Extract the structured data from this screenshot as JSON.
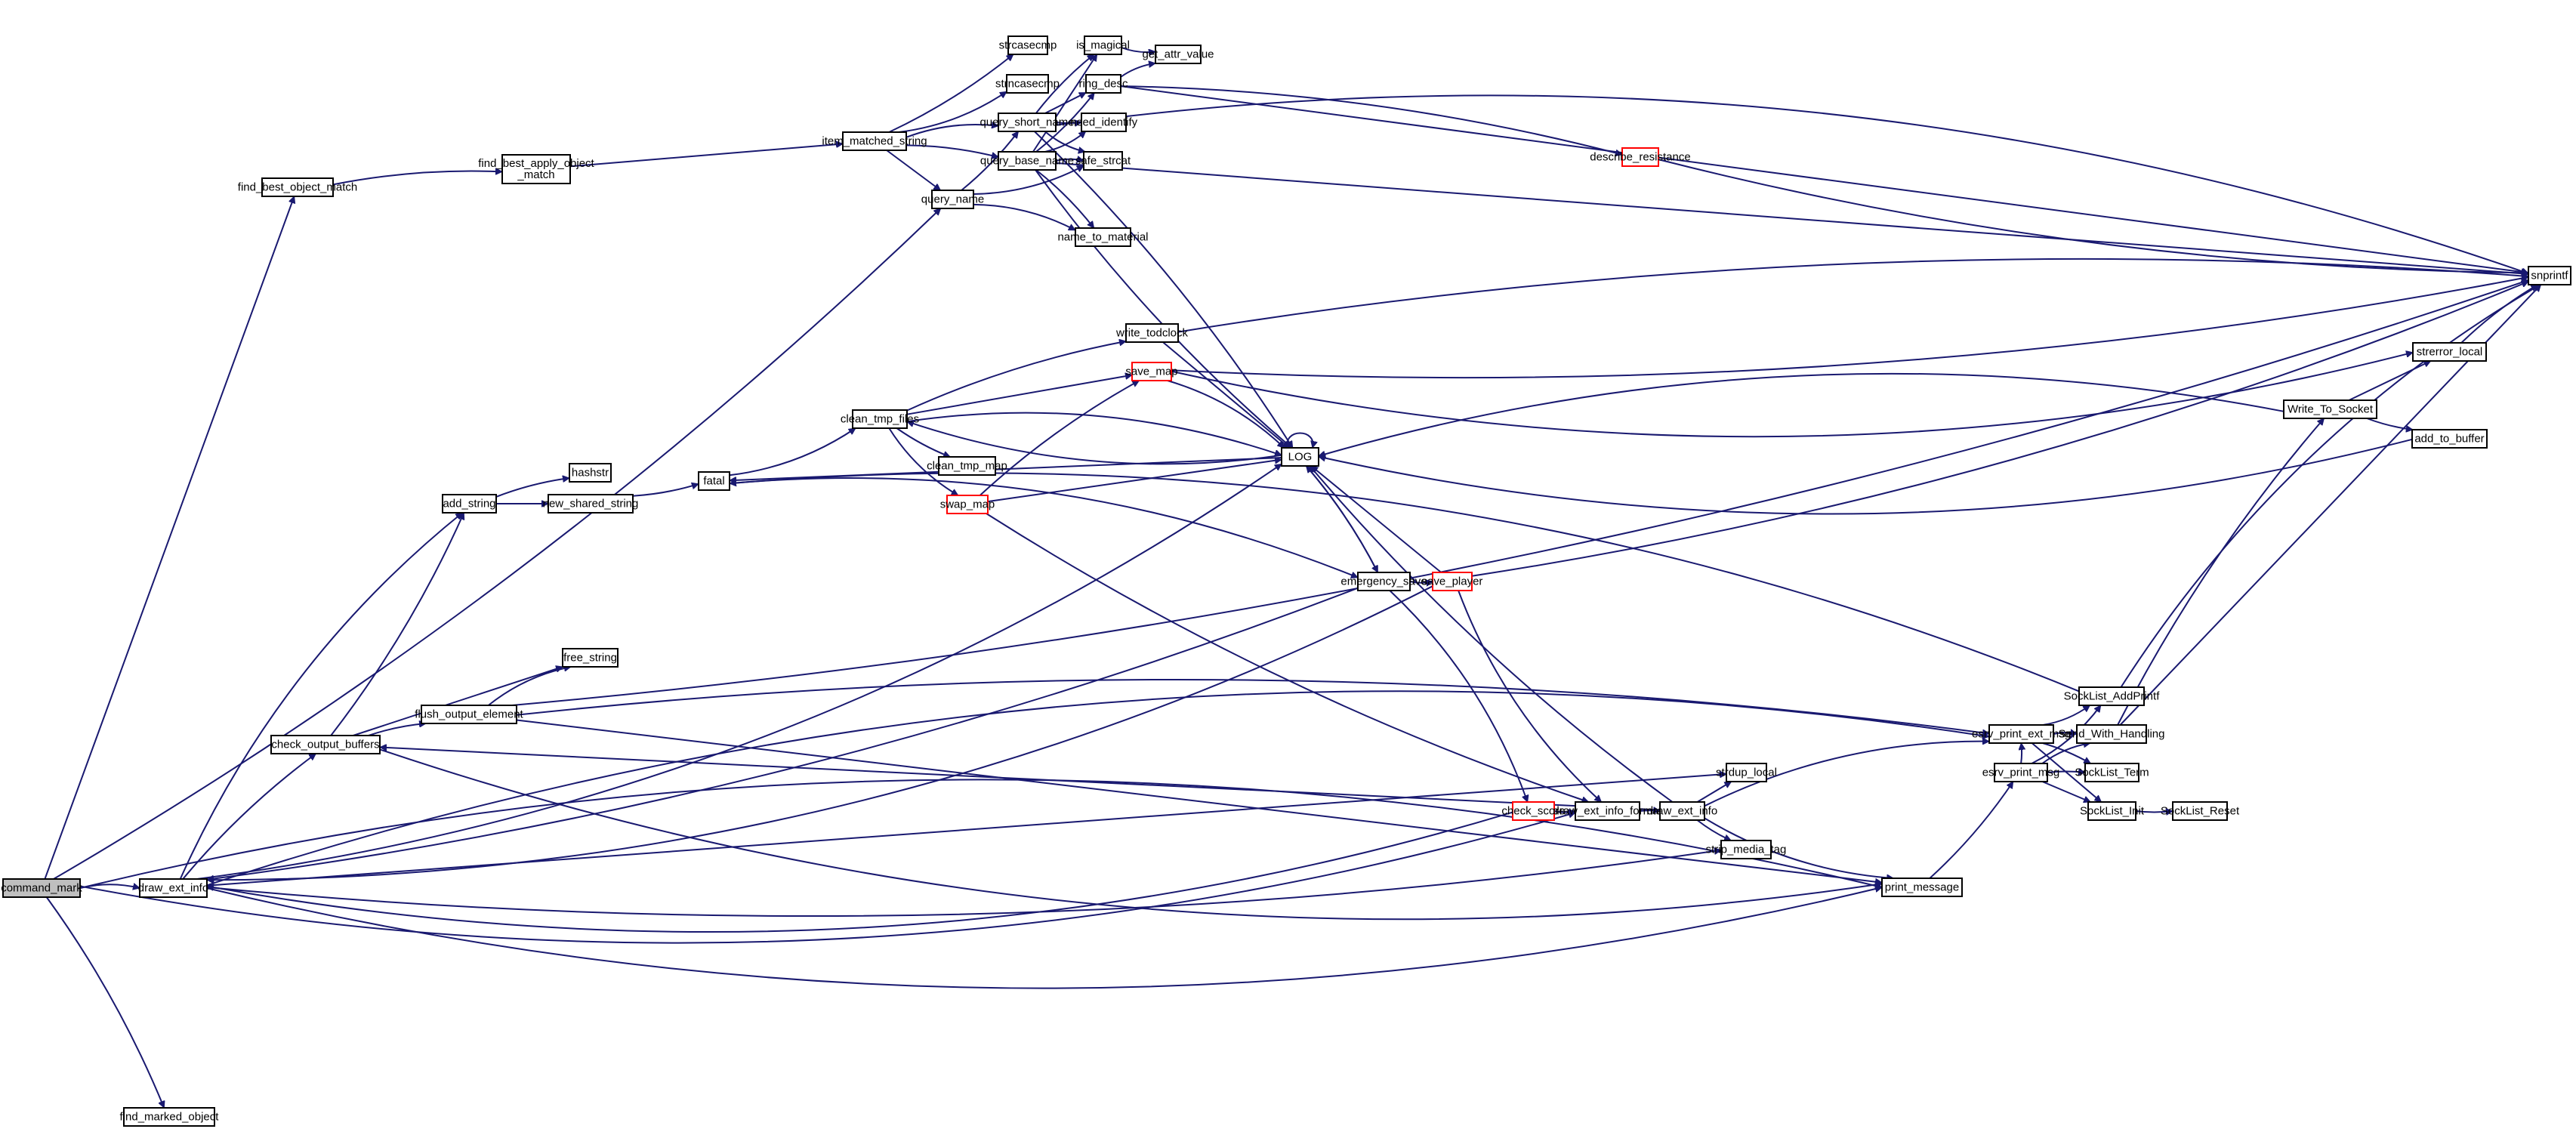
{
  "diagram": {
    "type": "call-graph",
    "root": "command_mark",
    "colors": {
      "edge": "#191970",
      "node_border": "#000000",
      "root_fill": "#bfbfbf",
      "truncated_border": "#ff0000"
    },
    "nodes": [
      {
        "id": "command_mark",
        "label": "command_mark",
        "style": "root"
      },
      {
        "id": "draw_ext_info",
        "label": "draw_ext_info",
        "style": "normal"
      },
      {
        "id": "find_marked_object",
        "label": "find_marked_object",
        "style": "normal"
      },
      {
        "id": "find_best_object_match",
        "label": "find_best_object_match",
        "style": "normal"
      },
      {
        "id": "find_best_apply_object_match",
        "label": "find_best_apply_object\n_match",
        "style": "normal"
      },
      {
        "id": "item_matched_string",
        "label": "item_matched_string",
        "style": "normal"
      },
      {
        "id": "strcasecmp",
        "label": "strcasecmp",
        "style": "normal"
      },
      {
        "id": "strncasecmp",
        "label": "strncasecmp",
        "style": "normal"
      },
      {
        "id": "query_short_name",
        "label": "query_short_name",
        "style": "normal"
      },
      {
        "id": "query_base_name",
        "label": "query_base_name",
        "style": "normal"
      },
      {
        "id": "query_name",
        "label": "query_name",
        "style": "normal"
      },
      {
        "id": "is_magical",
        "label": "is_magical",
        "style": "normal"
      },
      {
        "id": "ring_desc",
        "label": "ring_desc",
        "style": "normal"
      },
      {
        "id": "need_identify",
        "label": "need_identify",
        "style": "normal"
      },
      {
        "id": "safe_strcat",
        "label": "safe_strcat",
        "style": "normal"
      },
      {
        "id": "name_to_material",
        "label": "name_to_material",
        "style": "normal"
      },
      {
        "id": "get_attr_value",
        "label": "get_attr_value",
        "style": "normal"
      },
      {
        "id": "describe_resistance",
        "label": "describe_resistance",
        "style": "truncated"
      },
      {
        "id": "snprintf",
        "label": "snprintf",
        "style": "normal"
      },
      {
        "id": "write_todclock",
        "label": "write_todclock",
        "style": "normal"
      },
      {
        "id": "save_map",
        "label": "save_map",
        "style": "truncated"
      },
      {
        "id": "clean_tmp_files",
        "label": "clean_tmp_files",
        "style": "normal"
      },
      {
        "id": "clean_tmp_map",
        "label": "clean_tmp_map",
        "style": "normal"
      },
      {
        "id": "swap_map",
        "label": "swap_map",
        "style": "truncated"
      },
      {
        "id": "LOG",
        "label": "LOG",
        "style": "normal"
      },
      {
        "id": "fatal",
        "label": "fatal",
        "style": "normal"
      },
      {
        "id": "hashstr",
        "label": "hashstr",
        "style": "normal"
      },
      {
        "id": "add_string",
        "label": "add_string",
        "style": "normal"
      },
      {
        "id": "new_shared_string",
        "label": "new_shared_string",
        "style": "normal"
      },
      {
        "id": "strerror_local",
        "label": "strerror_local",
        "style": "normal"
      },
      {
        "id": "Write_To_Socket",
        "label": "Write_To_Socket",
        "style": "normal"
      },
      {
        "id": "add_to_buffer",
        "label": "add_to_buffer",
        "style": "normal"
      },
      {
        "id": "emergency_save",
        "label": "emergency_save",
        "style": "normal"
      },
      {
        "id": "save_player",
        "label": "save_player",
        "style": "truncated"
      },
      {
        "id": "free_string",
        "label": "free_string",
        "style": "normal"
      },
      {
        "id": "flush_output_element",
        "label": "flush_output_element",
        "style": "normal"
      },
      {
        "id": "check_output_buffers",
        "label": "check_output_buffers",
        "style": "normal"
      },
      {
        "id": "esrv_print_ext_msg",
        "label": "esrv_print_ext_msg",
        "style": "normal"
      },
      {
        "id": "esrv_print_msg",
        "label": "esrv_print_msg",
        "style": "normal"
      },
      {
        "id": "SockList_AddPrintf",
        "label": "SockList_AddPrintf",
        "style": "normal"
      },
      {
        "id": "Send_With_Handling",
        "label": "Send_With_Handling",
        "style": "normal"
      },
      {
        "id": "SockList_Term",
        "label": "SockList_Term",
        "style": "normal"
      },
      {
        "id": "SockList_Init",
        "label": "SockList_Init",
        "style": "normal"
      },
      {
        "id": "SockList_Reset",
        "label": "SockList_Reset",
        "style": "normal"
      },
      {
        "id": "check_score",
        "label": "check_score",
        "style": "truncated"
      },
      {
        "id": "draw_ext_info_format",
        "label": "draw_ext_info_format",
        "style": "normal"
      },
      {
        "id": "draw_ext_info_2",
        "label": "draw_ext_info",
        "style": "normal"
      },
      {
        "id": "strdup_local",
        "label": "strdup_local",
        "style": "normal"
      },
      {
        "id": "strip_media_tag",
        "label": "strip_media_tag",
        "style": "normal"
      },
      {
        "id": "print_message",
        "label": "print_message",
        "style": "normal"
      }
    ],
    "edges": [
      [
        "command_mark",
        "draw_ext_info"
      ],
      [
        "command_mark",
        "find_marked_object"
      ],
      [
        "command_mark",
        "find_best_object_match"
      ],
      [
        "command_mark",
        "query_name"
      ],
      [
        "command_mark",
        "draw_ext_info_format"
      ],
      [
        "command_mark",
        "print_message"
      ],
      [
        "find_best_object_match",
        "find_best_apply_object_match"
      ],
      [
        "find_best_apply_object_match",
        "item_matched_string"
      ],
      [
        "item_matched_string",
        "strcasecmp"
      ],
      [
        "item_matched_string",
        "strncasecmp"
      ],
      [
        "item_matched_string",
        "query_short_name"
      ],
      [
        "item_matched_string",
        "query_base_name"
      ],
      [
        "item_matched_string",
        "query_name"
      ],
      [
        "query_name",
        "query_short_name"
      ],
      [
        "query_name",
        "safe_strcat"
      ],
      [
        "query_name",
        "name_to_material"
      ],
      [
        "query_short_name",
        "is_magical"
      ],
      [
        "query_short_name",
        "ring_desc"
      ],
      [
        "query_short_name",
        "need_identify"
      ],
      [
        "query_short_name",
        "safe_strcat"
      ],
      [
        "query_short_name",
        "snprintf"
      ],
      [
        "query_short_name",
        "LOG"
      ],
      [
        "query_base_name",
        "is_magical"
      ],
      [
        "query_base_name",
        "ring_desc"
      ],
      [
        "query_base_name",
        "need_identify"
      ],
      [
        "query_base_name",
        "safe_strcat"
      ],
      [
        "query_base_name",
        "name_to_material"
      ],
      [
        "query_base_name",
        "snprintf"
      ],
      [
        "query_base_name",
        "LOG"
      ],
      [
        "is_magical",
        "get_attr_value"
      ],
      [
        "ring_desc",
        "get_attr_value"
      ],
      [
        "ring_desc",
        "describe_resistance"
      ],
      [
        "ring_desc",
        "snprintf"
      ],
      [
        "describe_resistance",
        "snprintf"
      ],
      [
        "draw_ext_info",
        "LOG"
      ],
      [
        "draw_ext_info",
        "add_string"
      ],
      [
        "draw_ext_info",
        "check_output_buffers"
      ],
      [
        "draw_ext_info",
        "strdup_local"
      ],
      [
        "draw_ext_info",
        "strip_media_tag"
      ],
      [
        "draw_ext_info",
        "print_message"
      ],
      [
        "draw_ext_info",
        "esrv_print_ext_msg"
      ],
      [
        "add_string",
        "hashstr"
      ],
      [
        "add_string",
        "new_shared_string"
      ],
      [
        "new_shared_string",
        "fatal"
      ],
      [
        "fatal",
        "clean_tmp_files"
      ],
      [
        "fatal",
        "emergency_save"
      ],
      [
        "clean_tmp_files",
        "write_todclock"
      ],
      [
        "clean_tmp_files",
        "save_map"
      ],
      [
        "clean_tmp_files",
        "clean_tmp_map"
      ],
      [
        "clean_tmp_files",
        "swap_map"
      ],
      [
        "clean_tmp_files",
        "LOG"
      ],
      [
        "write_todclock",
        "snprintf"
      ],
      [
        "write_todclock",
        "LOG"
      ],
      [
        "save_map",
        "snprintf"
      ],
      [
        "save_map",
        "strerror_local"
      ],
      [
        "save_map",
        "LOG"
      ],
      [
        "swap_map",
        "save_map"
      ],
      [
        "swap_map",
        "LOG"
      ],
      [
        "swap_map",
        "draw_ext_info_format"
      ],
      [
        "LOG",
        "LOG"
      ],
      [
        "LOG",
        "clean_tmp_files"
      ],
      [
        "LOG",
        "emergency_save"
      ],
      [
        "LOG",
        "fatal"
      ],
      [
        "emergency_save",
        "LOG"
      ],
      [
        "emergency_save",
        "save_player"
      ],
      [
        "emergency_save",
        "check_score"
      ],
      [
        "emergency_save",
        "draw_ext_info"
      ],
      [
        "save_player",
        "LOG"
      ],
      [
        "save_player",
        "snprintf"
      ],
      [
        "save_player",
        "draw_ext_info_format"
      ],
      [
        "save_player",
        "draw_ext_info"
      ],
      [
        "strerror_local",
        "snprintf"
      ],
      [
        "Write_To_Socket",
        "strerror_local"
      ],
      [
        "Write_To_Socket",
        "add_to_buffer"
      ],
      [
        "Write_To_Socket",
        "LOG"
      ],
      [
        "add_to_buffer",
        "LOG"
      ],
      [
        "check_output_buffers",
        "flush_output_element"
      ],
      [
        "check_output_buffers",
        "free_string"
      ],
      [
        "check_output_buffers",
        "add_string"
      ],
      [
        "check_output_buffers",
        "print_message"
      ],
      [
        "flush_output_element",
        "free_string"
      ],
      [
        "flush_output_element",
        "esrv_print_ext_msg"
      ],
      [
        "flush_output_element",
        "print_message"
      ],
      [
        "flush_output_element",
        "snprintf"
      ],
      [
        "check_score",
        "draw_ext_info_format"
      ],
      [
        "check_score",
        "draw_ext_info"
      ],
      [
        "draw_ext_info_format",
        "draw_ext_info_2"
      ],
      [
        "draw_ext_info_2",
        "strdup_local"
      ],
      [
        "draw_ext_info_2",
        "strip_media_tag"
      ],
      [
        "draw_ext_info_2",
        "print_message"
      ],
      [
        "draw_ext_info_2",
        "esrv_print_ext_msg"
      ],
      [
        "draw_ext_info_2",
        "LOG"
      ],
      [
        "draw_ext_info_2",
        "check_output_buffers"
      ],
      [
        "print_message",
        "esrv_print_msg"
      ],
      [
        "esrv_print_ext_msg",
        "SockList_AddPrintf"
      ],
      [
        "esrv_print_ext_msg",
        "Send_With_Handling"
      ],
      [
        "esrv_print_ext_msg",
        "SockList_Term"
      ],
      [
        "esrv_print_ext_msg",
        "SockList_Init"
      ],
      [
        "esrv_print_msg",
        "esrv_print_ext_msg"
      ],
      [
        "esrv_print_msg",
        "SockList_AddPrintf"
      ],
      [
        "esrv_print_msg",
        "Send_With_Handling"
      ],
      [
        "esrv_print_msg",
        "SockList_Term"
      ],
      [
        "esrv_print_msg",
        "SockList_Init"
      ],
      [
        "SockList_Init",
        "SockList_Reset"
      ],
      [
        "SockList_AddPrintf",
        "fatal"
      ],
      [
        "SockList_AddPrintf",
        "snprintf"
      ],
      [
        "Send_With_Handling",
        "Write_To_Socket"
      ],
      [
        "Send_With_Handling",
        "snprintf"
      ]
    ]
  }
}
